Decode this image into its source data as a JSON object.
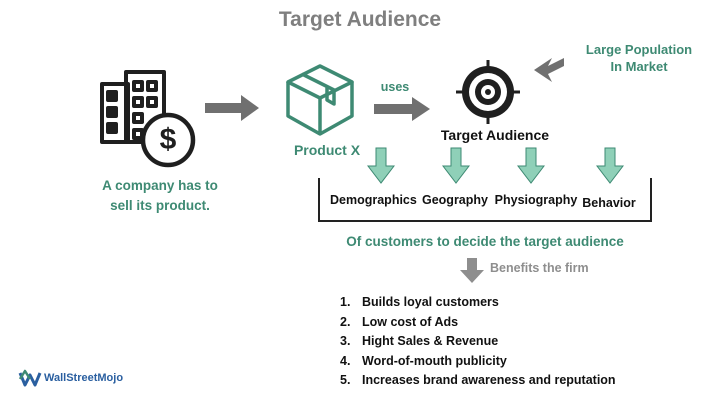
{
  "title": "Target Audience",
  "company": {
    "caption": "A company has to sell its product."
  },
  "product": {
    "label": "Product X"
  },
  "edge_label": "uses",
  "target": {
    "label": "Target Audience"
  },
  "large_population": {
    "line1": "Large Population",
    "line2": "In Market"
  },
  "categories": [
    "Demographics",
    "Geography",
    "Physiography",
    "Behavior"
  ],
  "decision_text": "Of customers to decide the target audience",
  "benefits_label": "Benefits the firm",
  "benefits": [
    {
      "num": "1.",
      "text": "Builds loyal customers"
    },
    {
      "num": "2.",
      "text": "Low cost of Ads"
    },
    {
      "num": "3.",
      "text": "Hight Sales & Revenue"
    },
    {
      "num": "4.",
      "text": "Word-of-mouth publicity"
    },
    {
      "num": "5.",
      "text": "Increases brand awareness and reputation"
    }
  ],
  "logo": {
    "text": "WallStreetMojo"
  },
  "colors": {
    "teal": "#3e8a73",
    "arrow_gray": "#707070",
    "arrow_teal": "#8fd0b8",
    "icon_dark": "#1f1f1f"
  }
}
